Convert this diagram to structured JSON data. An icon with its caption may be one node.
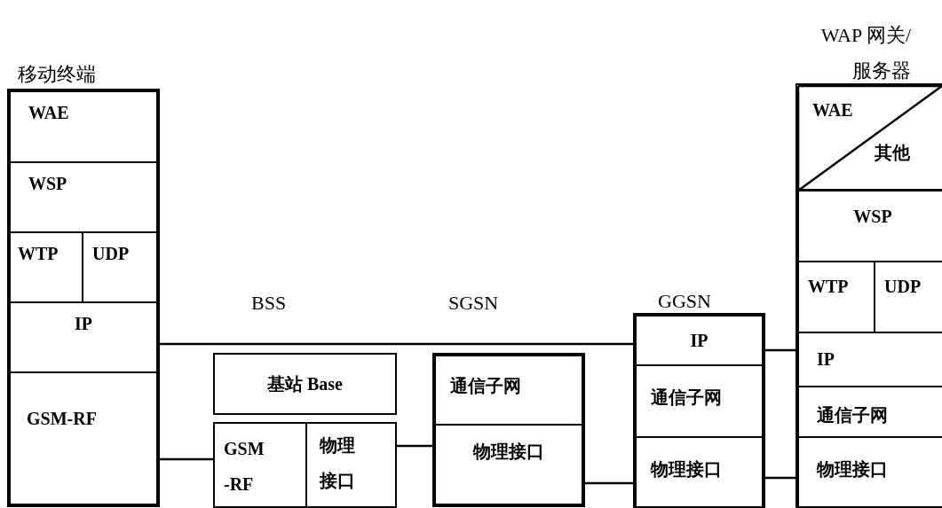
{
  "diagram": {
    "nodes": [
      {
        "text": [
          "移动终端"
        ]
      },
      {
        "text": [
          "WAE"
        ],
        "in": 0
      },
      {
        "text": [
          "WSP"
        ],
        "in": 0
      },
      {
        "text": [
          "WTP"
        ],
        "in": 0
      },
      {
        "text": [
          "UDP"
        ],
        "in": 0
      },
      {
        "text": [
          "IP"
        ],
        "in": 0
      },
      {
        "text": [
          "GSM-RF"
        ],
        "in": 0
      },
      {
        "text": [
          "基站 Base"
        ]
      },
      {
        "text": [
          "GSM -RF"
        ]
      },
      {
        "text": [
          "物理接口"
        ]
      },
      {
        "text": [
          "SGSN"
        ]
      },
      {
        "text": [
          "通信子网"
        ],
        "in": 10
      },
      {
        "text": [
          "物理接口"
        ],
        "in": 10
      },
      {
        "text": [
          "GGSN"
        ]
      },
      {
        "text": [
          "IP"
        ],
        "in": 13
      },
      {
        "text": [
          "通信子网"
        ],
        "in": 13
      },
      {
        "text": [
          "物理接口"
        ],
        "in": 13
      },
      {
        "text": [
          "WAP 网关/服务器"
        ]
      },
      {
        "text": [
          "WAE"
        ],
        "in": 17
      },
      {
        "text": [
          "其他"
        ],
        "in": 17
      },
      {
        "text": [
          "WSP"
        ],
        "in": 17
      },
      {
        "text": [
          "WTP"
        ],
        "in": 17
      },
      {
        "text": [
          "UDP"
        ],
        "in": 17
      },
      {
        "text": [
          "IP"
        ],
        "in": 17
      },
      {
        "text": [
          "通信子网"
        ],
        "in": 17
      },
      {
        "text": [
          "物理接口"
        ],
        "in": 17
      }
    ],
    "edges": [
      {
        "from": 5,
        "to": 14,
        "arrow": "none"
      },
      {
        "from": 6,
        "to": 8,
        "arrow": "none"
      },
      {
        "from": 9,
        "to": 12,
        "arrow": "none"
      },
      {
        "from": 12,
        "to": 16,
        "arrow": "none"
      },
      {
        "from": 14,
        "to": 23,
        "arrow": "none"
      },
      {
        "from": 16,
        "to": 25,
        "arrow": "none"
      }
    ],
    "labels": [
      "BSS"
    ]
  }
}
